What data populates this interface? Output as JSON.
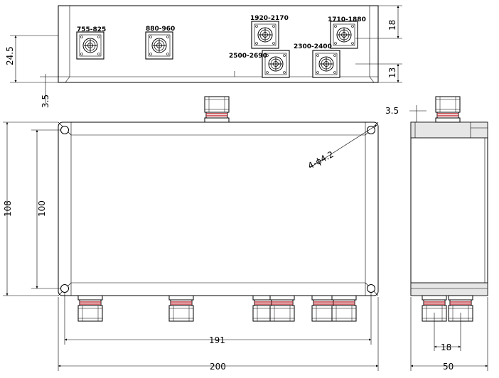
{
  "top_view": {
    "port_labels": [
      "755-825",
      "880-960",
      "1920-2170",
      "1710-1880",
      "2500-2690",
      "2300-2400"
    ],
    "dims": {
      "left_height": "24.5",
      "left_offset": "3.5",
      "right_top": "18",
      "right_bottom": "13"
    }
  },
  "front_view": {
    "dims": {
      "height_outer": "108",
      "height_inner": "100",
      "hole_spacing": "191",
      "width_outer": "200",
      "hole_callout": "4-ϕ4.2"
    }
  },
  "side_view": {
    "dims": {
      "top_offset": "3.5",
      "port_spacing": "18",
      "width": "50"
    }
  },
  "colors": {
    "line": "#000000",
    "connector_ring": "#c0303a",
    "body_fill": "#ffffff",
    "panel_fill": "#e6e6e6"
  }
}
